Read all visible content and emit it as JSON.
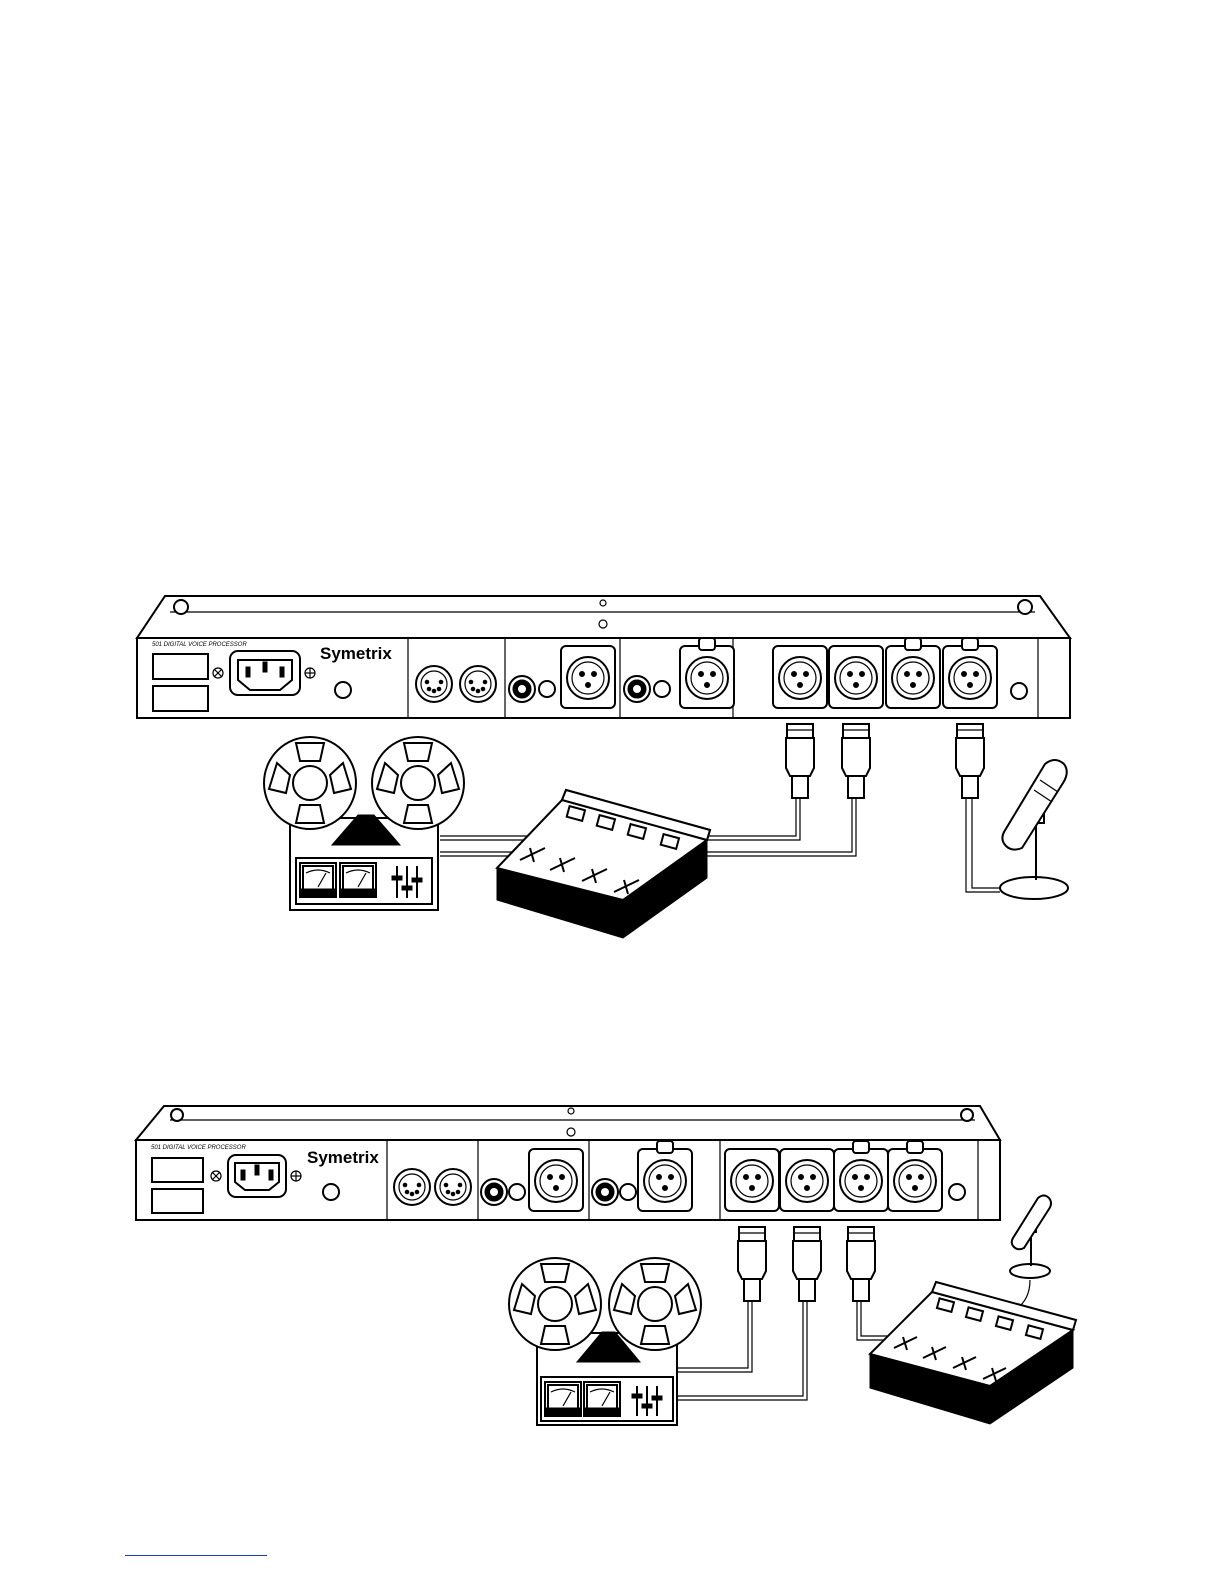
{
  "diagrams": [
    {
      "device": {
        "model_label": "501 DIGITAL VOICE PROCESSOR",
        "brand": "Symetrix"
      },
      "setup": "tape-machine-and-mixer-to-outputs, microphone-to-input"
    },
    {
      "device": {
        "model_label": "501 DIGITAL VOICE PROCESSOR",
        "brand": "Symetrix"
      },
      "setup": "outputs-to-tape-machine, mixer-to-input"
    }
  ],
  "colors": {
    "line": "#000000",
    "footer_rule": "#1a3fb0"
  }
}
